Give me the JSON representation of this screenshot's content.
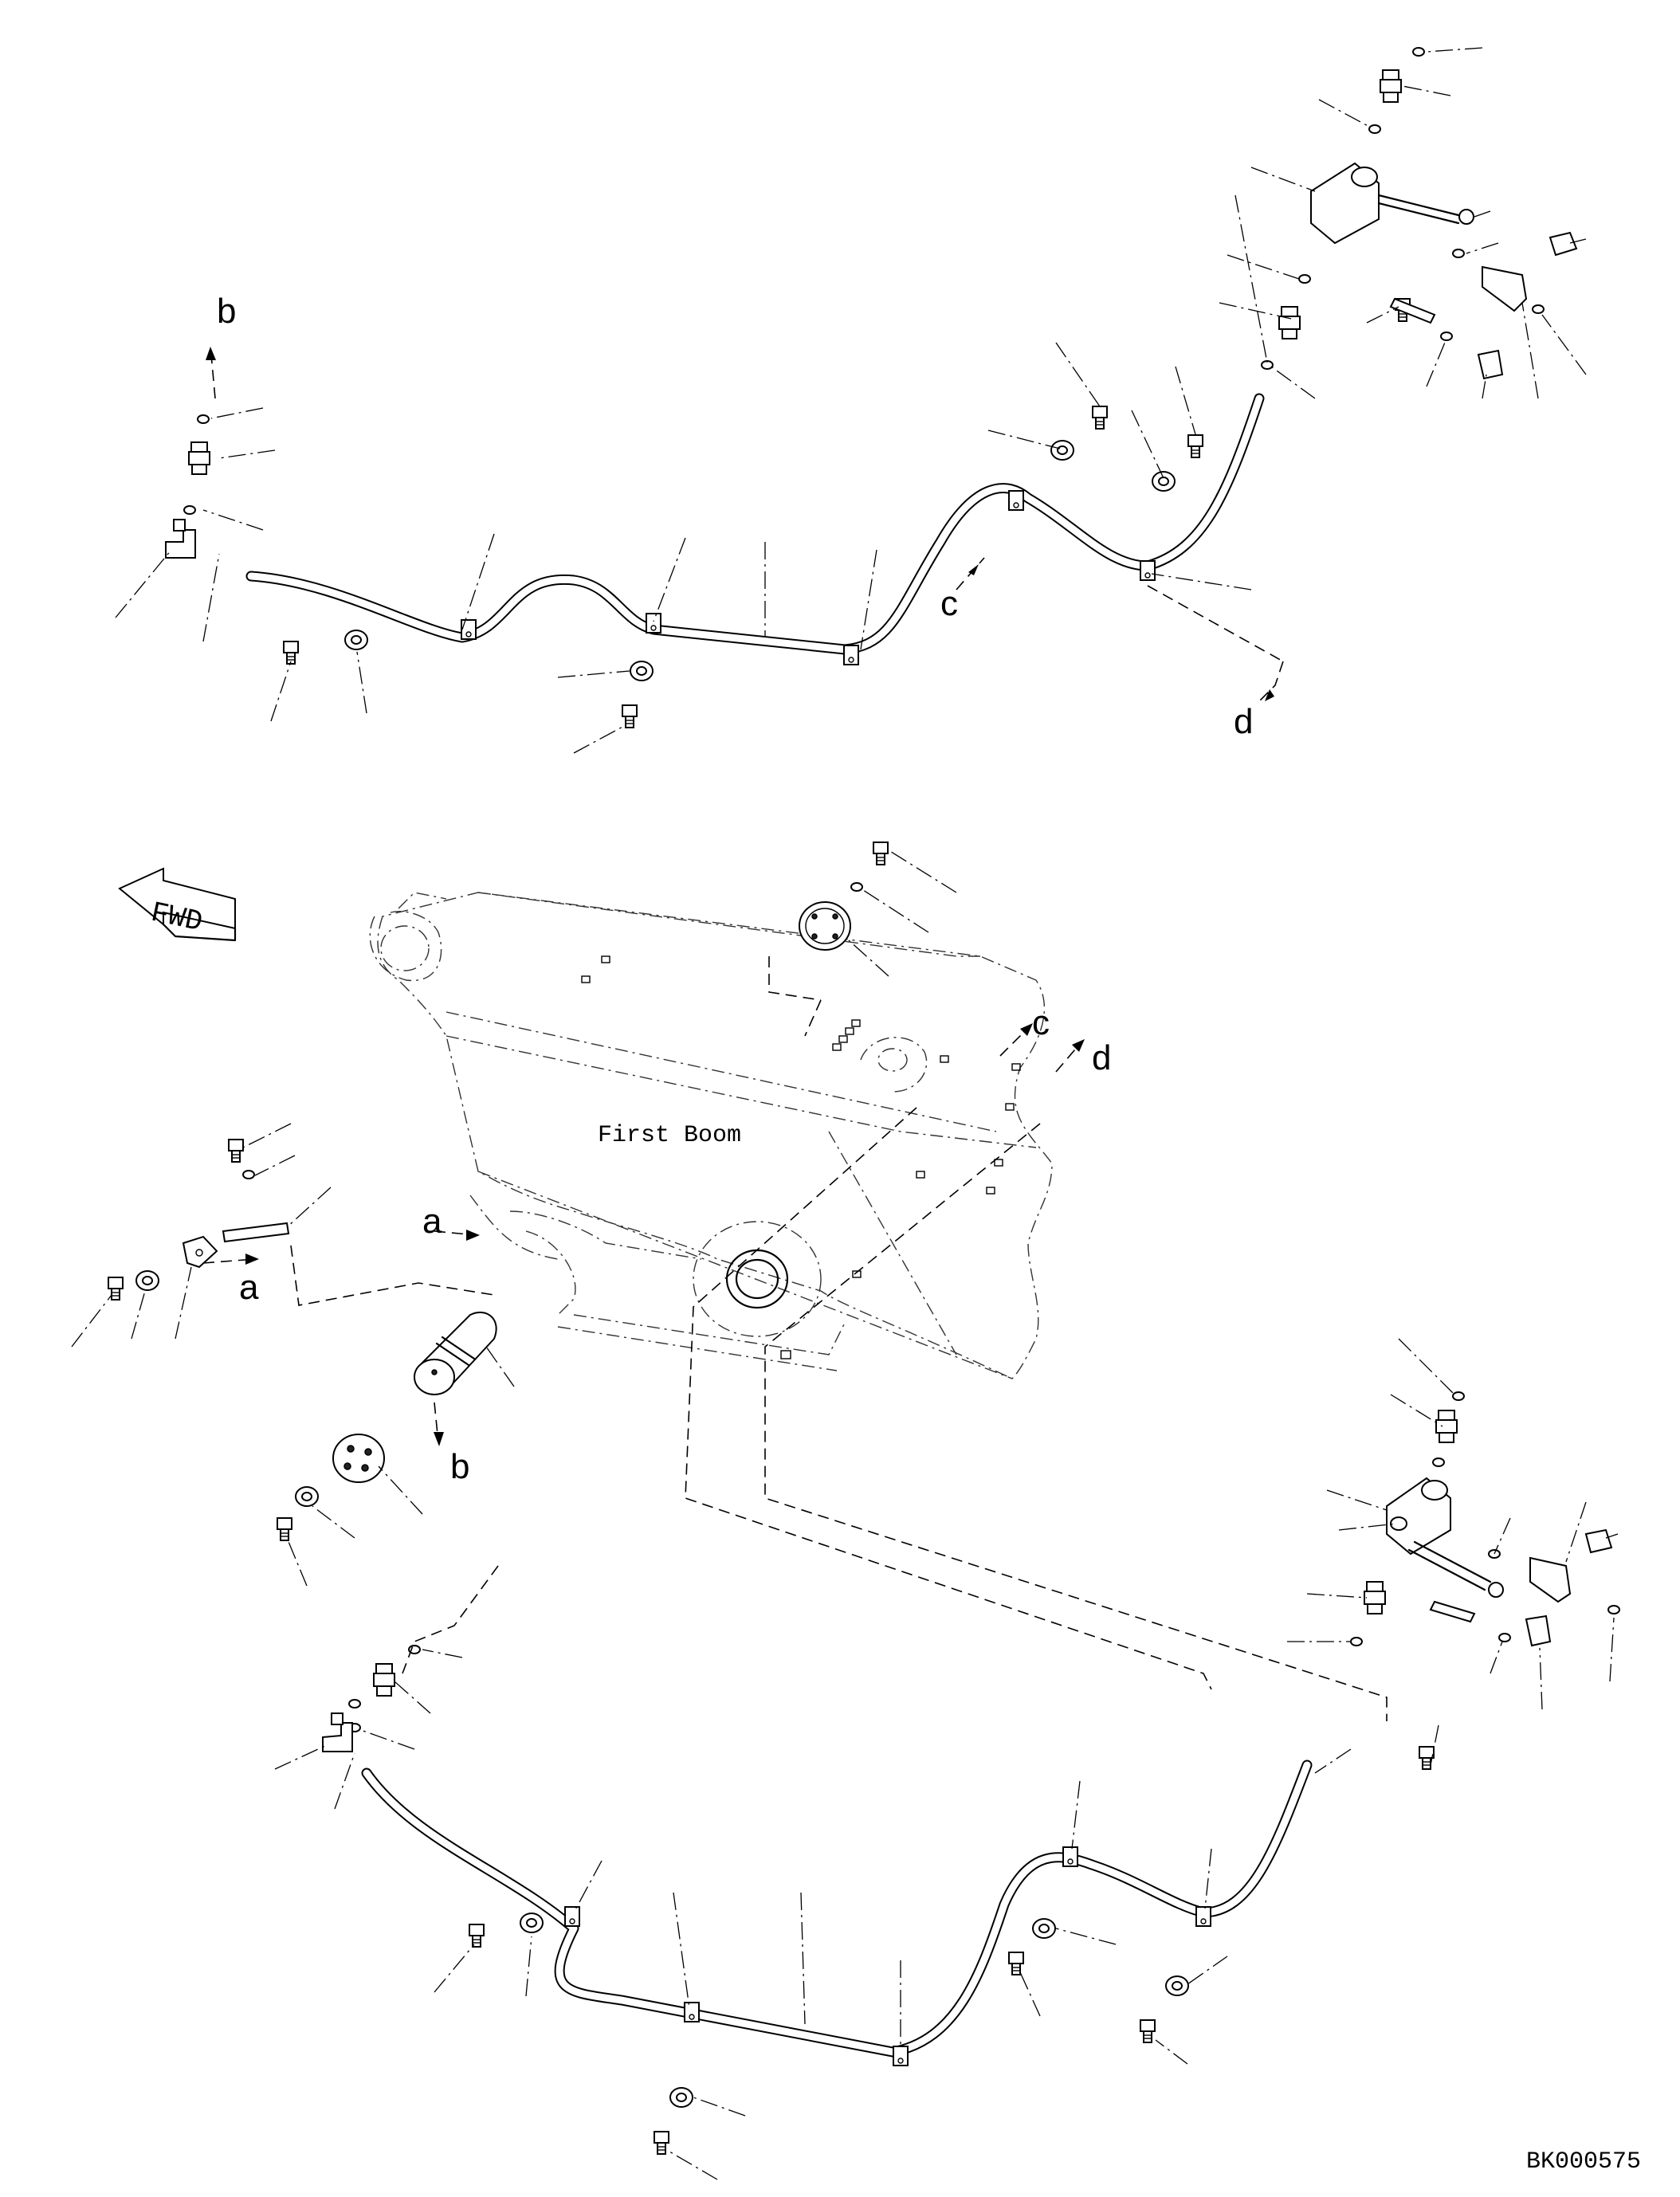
{
  "fwd_label": "FWD",
  "boom_label": "First Boom",
  "drawing_number": "BK000575",
  "view_labels": {
    "a": "a",
    "b": "b",
    "c": "c",
    "d": "d"
  },
  "icons": [
    "fwd-arrow-icon",
    "ball-valve-icon",
    "hose-icon",
    "clamp-icon",
    "bolt-icon",
    "washer-icon",
    "o-ring-icon",
    "adapter-icon",
    "elbow-fitting-icon",
    "plug-icon",
    "pin-icon",
    "cover-plate-icon"
  ]
}
